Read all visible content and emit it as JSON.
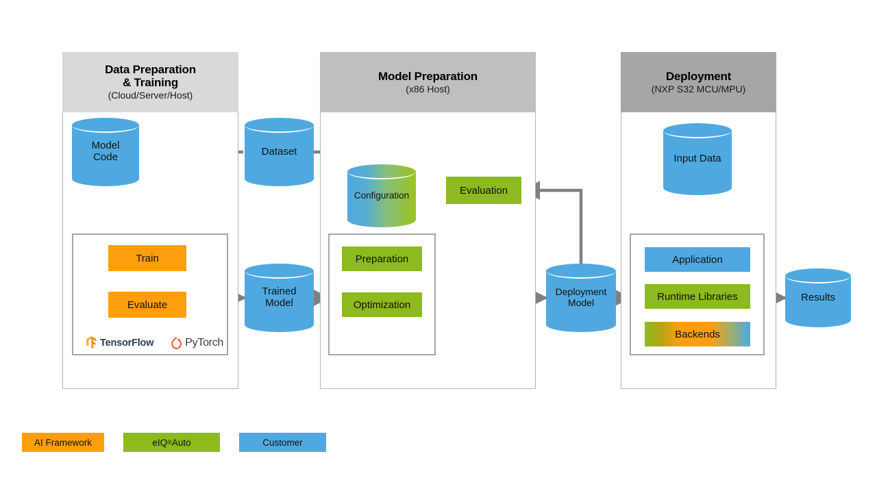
{
  "diagram": {
    "title_hidden": "",
    "colors": {
      "orange": "#FF9E0D",
      "green": "#8DBA1E",
      "blue": "#4FA9E0",
      "header_light": "#D9D9D9",
      "header_mid": "#BFBFBF",
      "header_dark": "#A6A6A6",
      "connector": "#808080",
      "loop_arrow": "#A8B9D6"
    },
    "phases": [
      {
        "id": "data-prep",
        "title": "Data Preparation\n& Training",
        "title_line1": "Data Preparation",
        "title_line2": "& Training",
        "subtitle": "(Cloud/Server/Host)"
      },
      {
        "id": "model-prep",
        "title_line1": "Model Preparation",
        "title_line2": "",
        "subtitle": "(x86 Host)"
      },
      {
        "id": "deployment",
        "title_line1": "Deployment",
        "title_line2": "",
        "subtitle": "(NXP S32 MCU/MPU)"
      }
    ],
    "cylinders": [
      {
        "id": "model-code",
        "label": "Model\nCode",
        "line1": "Model",
        "line2": "Code",
        "style": "blue"
      },
      {
        "id": "dataset",
        "label": "Dataset",
        "line1": "Dataset",
        "line2": "",
        "style": "blue"
      },
      {
        "id": "trained-model",
        "label": "Trained\nModel",
        "line1": "Trained",
        "line2": "Model",
        "style": "blue"
      },
      {
        "id": "configuration",
        "label": "Configuration",
        "line1": "Configuration",
        "line2": "",
        "style": "gradient"
      },
      {
        "id": "deployment-model",
        "label": "Deployment\nModel",
        "line1": "Deployment",
        "line2": "Model",
        "style": "blue"
      },
      {
        "id": "input-data",
        "label": "Input  Data",
        "line1": "Input  Data",
        "line2": "",
        "style": "blue"
      },
      {
        "id": "results",
        "label": "Results",
        "line1": "Results",
        "line2": "",
        "style": "blue"
      }
    ],
    "nodes": [
      {
        "id": "train",
        "label": "Train",
        "color": "orange"
      },
      {
        "id": "evaluate",
        "label": "Evaluate",
        "color": "orange"
      },
      {
        "id": "evaluation",
        "label": "Evaluation",
        "color": "green"
      },
      {
        "id": "preparation",
        "label": "Preparation",
        "color": "green"
      },
      {
        "id": "optimization",
        "label": "Optimization",
        "color": "green"
      },
      {
        "id": "application",
        "label": "Application",
        "color": "blue"
      },
      {
        "id": "runtime-libraries",
        "label": "Runtime  Libraries",
        "color": "green"
      },
      {
        "id": "backends",
        "label": "Backends",
        "color": "gradient"
      }
    ],
    "frameworks": [
      {
        "id": "tensorflow",
        "name": "TensorFlow",
        "icon": "tensorflow-logo-icon"
      },
      {
        "id": "pytorch",
        "name": "PyTorch",
        "icon": "pytorch-logo-icon"
      }
    ],
    "legend": [
      {
        "id": "ai-framework",
        "label": "AI Framework",
        "color": "orange"
      },
      {
        "id": "eiq-auto",
        "label": "eIQ",
        "label_sup": "®",
        "label_tail": " Auto",
        "color": "green"
      },
      {
        "id": "customer",
        "label": "Customer",
        "color": "blue"
      }
    ]
  }
}
